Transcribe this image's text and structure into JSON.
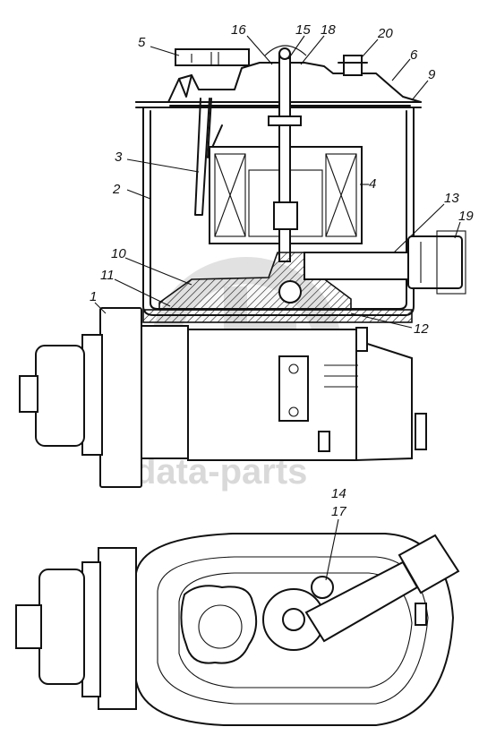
{
  "watermark": {
    "text": "data-parts"
  },
  "callouts": {
    "c1": "1",
    "c2": "2",
    "c3": "3",
    "c4": "4",
    "c5": "5",
    "c6": "6",
    "c9": "9",
    "c10": "10",
    "c11": "11",
    "c12": "12",
    "c13": "13",
    "c14": "14",
    "c15": "15",
    "c16": "16",
    "c17": "17",
    "c18": "18",
    "c19": "19",
    "c20": "20"
  }
}
